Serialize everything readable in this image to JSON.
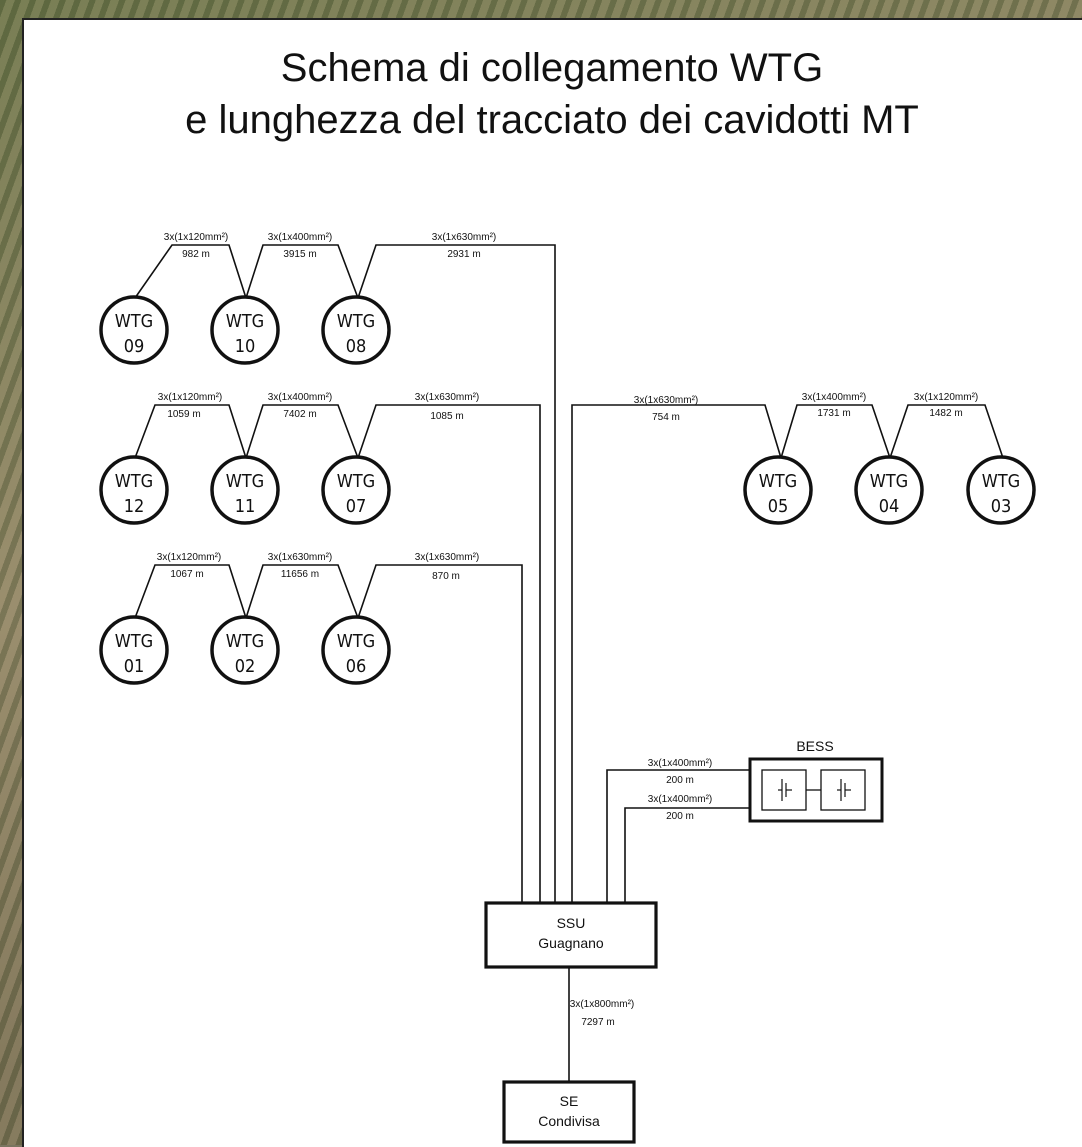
{
  "title": {
    "line1": "Schema di collegamento WTG",
    "line2": "e lunghezza del tracciato dei cavidotti MT"
  },
  "turbines": [
    {
      "label": "WTG",
      "num": "09"
    },
    {
      "label": "WTG",
      "num": "10"
    },
    {
      "label": "WTG",
      "num": "08"
    },
    {
      "label": "WTG",
      "num": "12"
    },
    {
      "label": "WTG",
      "num": "11"
    },
    {
      "label": "WTG",
      "num": "07"
    },
    {
      "label": "WTG",
      "num": "01"
    },
    {
      "label": "WTG",
      "num": "02"
    },
    {
      "label": "WTG",
      "num": "06"
    },
    {
      "label": "WTG",
      "num": "05"
    },
    {
      "label": "WTG",
      "num": "04"
    },
    {
      "label": "WTG",
      "num": "03"
    }
  ],
  "cables": [
    {
      "spec": "3x(1x120mm²)",
      "length": "982 m"
    },
    {
      "spec": "3x(1x400mm²)",
      "length": "3915 m"
    },
    {
      "spec": "3x(1x630mm²)",
      "length": "2931 m"
    },
    {
      "spec": "3x(1x120mm²)",
      "length": "1059 m"
    },
    {
      "spec": "3x(1x400mm²)",
      "length": "7402 m"
    },
    {
      "spec": "3x(1x630mm²)",
      "length": "1085 m"
    },
    {
      "spec": "3x(1x120mm²)",
      "length": "1067 m"
    },
    {
      "spec": "3x(1x630mm²)",
      "length": "11656 m"
    },
    {
      "spec": "3x(1x630mm²)",
      "length": "870 m"
    },
    {
      "spec": "3x(1x630mm²)",
      "length": "754 m"
    },
    {
      "spec": "3x(1x400mm²)",
      "length": "1731 m"
    },
    {
      "spec": "3x(1x120mm²)",
      "length": "1482 m"
    },
    {
      "spec": "3x(1x400mm²)",
      "length": "200 m"
    },
    {
      "spec": "3x(1x400mm²)",
      "length": "200 m"
    },
    {
      "spec": "3x(1x800mm²)",
      "length": "7297 m"
    }
  ],
  "bess": {
    "label": "BESS"
  },
  "ssu": {
    "line1": "SSU",
    "line2": "Guagnano"
  },
  "se": {
    "line1": "SE",
    "line2": "Condivisa"
  }
}
